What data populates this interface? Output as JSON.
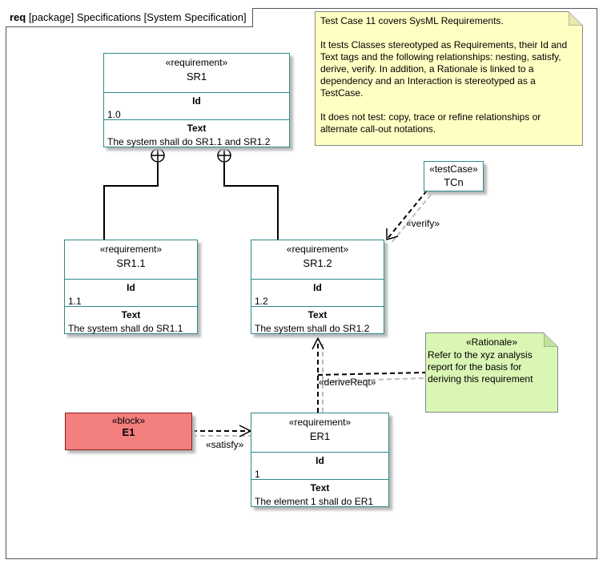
{
  "frame": {
    "keyword": "req",
    "title": "[package] Specifications [System Specification]"
  },
  "note_main": {
    "paragraphs": [
      "Test Case 11 covers SysML Requirements.",
      "It tests Classes stereotyped as Requirements, their Id and Text tags and the following relationships: nesting, satisfy, derive, verify. In addition, a Rationale is linked to a dependency and an Interaction is stereotyped as a TestCase.",
      "It does not test: copy, trace or refine relationships or alternate call-out notations."
    ]
  },
  "requirements": {
    "sr1": {
      "stereotype": "«requirement»",
      "name": "SR1",
      "id_label": "Id",
      "id": "1.0",
      "text_label": "Text",
      "text": "The system shall do SR1.1 and SR1.2"
    },
    "sr1_1": {
      "stereotype": "«requirement»",
      "name": "SR1.1",
      "id_label": "Id",
      "id": "1.1",
      "text_label": "Text",
      "text": "The system shall do SR1.1"
    },
    "sr1_2": {
      "stereotype": "«requirement»",
      "name": "SR1.2",
      "id_label": "Id",
      "id": "1.2",
      "text_label": "Text",
      "text": "The system shall do SR1.2"
    },
    "er1": {
      "stereotype": "«requirement»",
      "name": "ER1",
      "id_label": "Id",
      "id": "1",
      "text_label": "Text",
      "text": "The element 1 shall do ER1"
    }
  },
  "test_case": {
    "stereotype": "«testCase»",
    "name": "TCn"
  },
  "block": {
    "stereotype": "«block»",
    "name": "E1"
  },
  "rationale": {
    "stereotype": "«Rationale»",
    "text": "Refer to the xyz analysis report for the basis for deriving this requirement"
  },
  "relationships": {
    "verify": "«verify»",
    "derive": "«deriveReqt»",
    "satisfy": "«satisfy»"
  },
  "colors": {
    "requirement_border": "#2e8a8a",
    "block_fill": "#f37e7e",
    "note_yellow": "#ffffc4",
    "note_green": "#d9f6b4"
  }
}
